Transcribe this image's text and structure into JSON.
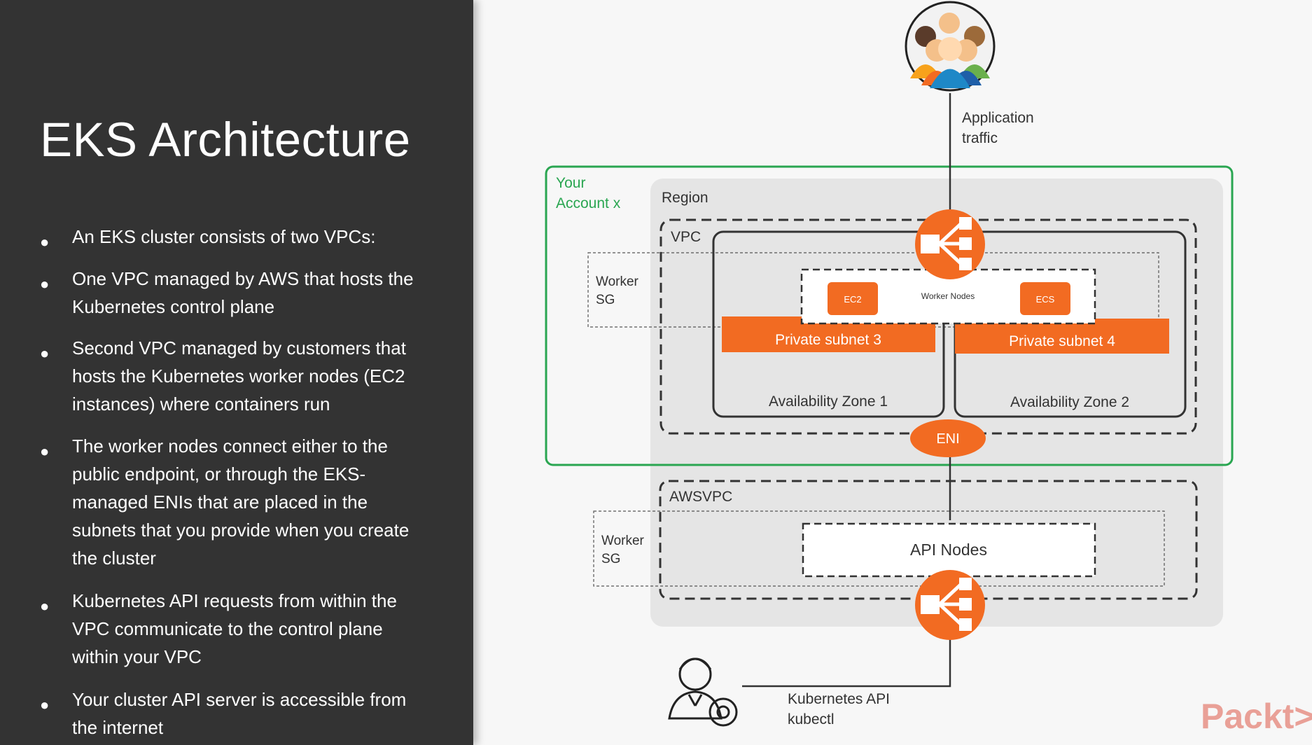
{
  "slide": {
    "title": "EKS Architecture",
    "bullets": [
      "An EKS cluster consists of two VPCs:",
      "One VPC managed by AWS that hosts the Kubernetes control plane",
      "Second VPC managed by customers that hosts the Kubernetes worker nodes (EC2 instances) where containers run",
      "The worker nodes connect either to the public endpoint, or through the EKS-managed ENIs that are placed in the subnets that you provide when you create the cluster",
      "Kubernetes API requests from within the VPC communicate to the control plane within your VPC",
      "Your cluster API server is accessible from the internet"
    ]
  },
  "diagram": {
    "app_traffic": [
      "Application",
      "traffic"
    ],
    "account": [
      "Your",
      "Account x"
    ],
    "region": "Region",
    "vpc": "VPC",
    "worker_sg_top": [
      "Worker",
      "SG"
    ],
    "worker_nodes": "Worker Nodes",
    "ec2": "EC2",
    "ecs": "ECS",
    "subnet3": "Private subnet 3",
    "subnet4": "Private subnet 4",
    "az1": "Availability Zone 1",
    "az2": "Availability Zone 2",
    "eni": "ENI",
    "awsvpc": "AWSVPC",
    "worker_sg_bottom": [
      "Worker",
      "SG"
    ],
    "api_nodes": "API Nodes",
    "k8s_api": [
      "Kubernetes API",
      "kubectl"
    ],
    "logo": "Packt>",
    "colors": {
      "orange": "#f26b22",
      "green": "#2aa651",
      "dark": "#333333"
    }
  }
}
